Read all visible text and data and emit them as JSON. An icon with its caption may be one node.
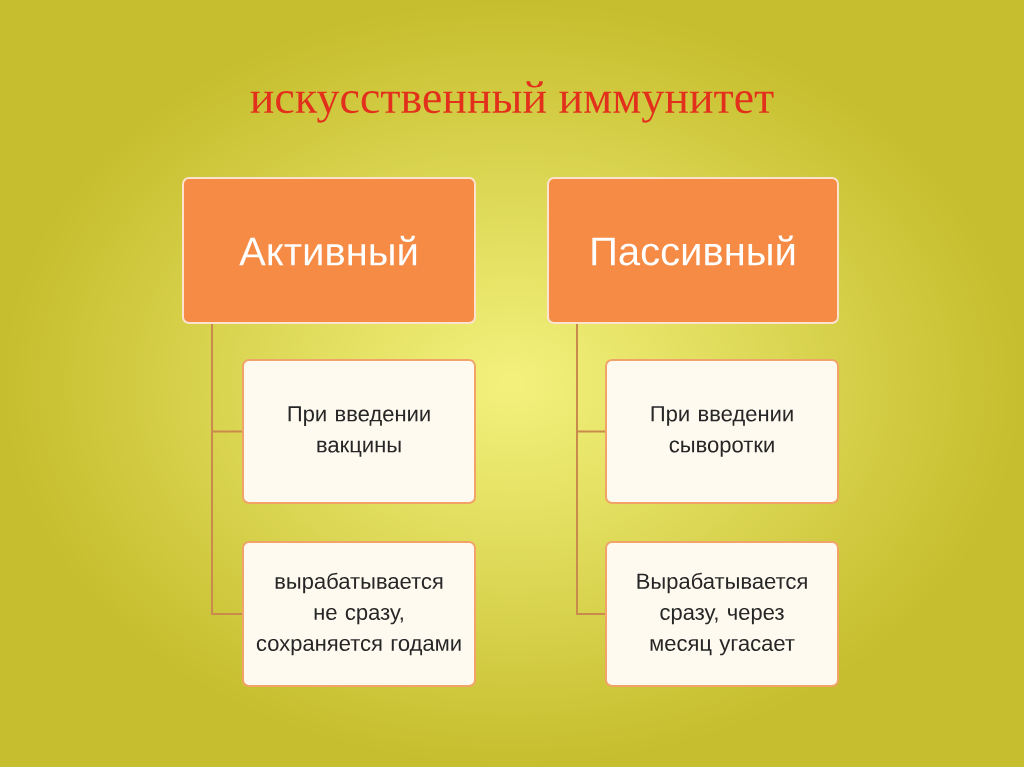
{
  "diagram": {
    "title": "искусственный иммунитет",
    "nodes": [
      {
        "text": [
          "Активный"
        ]
      },
      {
        "text": [
          "При введении вакцины"
        ]
      },
      {
        "text": [
          "вырабатывается не сразу, сохраняется годами"
        ]
      },
      {
        "text": [
          "Пассивный"
        ]
      },
      {
        "text": [
          "При введении сыворотки"
        ]
      },
      {
        "text": [
          "Вырабатывается сразу, через месяц угасает"
        ]
      }
    ],
    "edges": [
      {
        "from": 0,
        "to": 1,
        "arrow": "none"
      },
      {
        "from": 0,
        "to": 2,
        "arrow": "none"
      },
      {
        "from": 3,
        "to": 4,
        "arrow": "none"
      },
      {
        "from": 3,
        "to": 5,
        "arrow": "none"
      }
    ]
  }
}
